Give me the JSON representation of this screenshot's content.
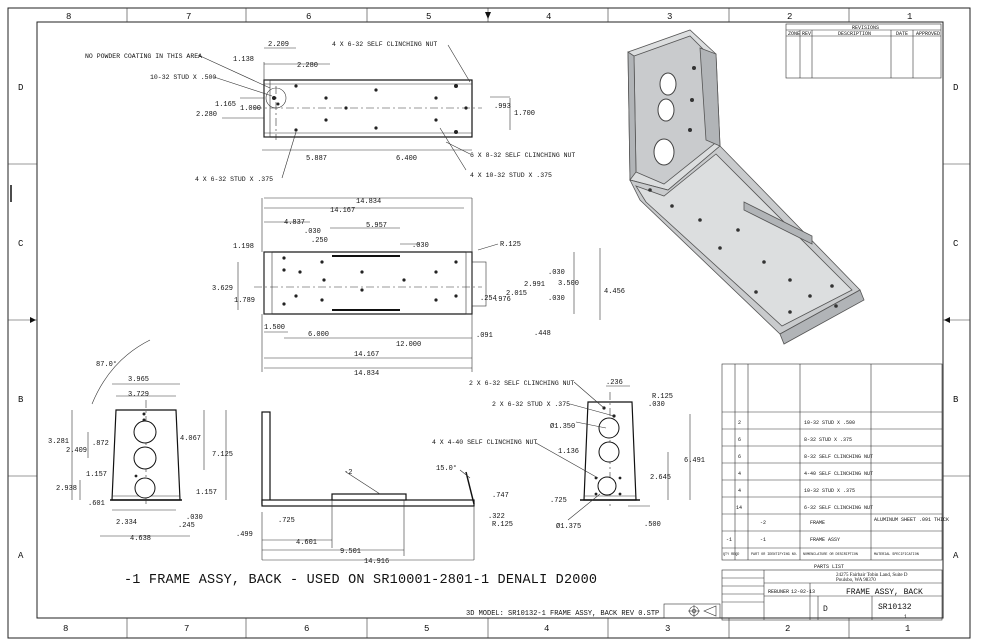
{
  "zones": {
    "columns": [
      "8",
      "7",
      "6",
      "5",
      "4",
      "3",
      "2",
      "1"
    ],
    "rows": [
      "D",
      "C",
      "B",
      "A"
    ]
  },
  "revisions": {
    "title": "REVISIONS",
    "headers": [
      "ZONE",
      "REV",
      "DESCRIPTION",
      "DATE",
      "APPROVED"
    ]
  },
  "top_view": {
    "notes": {
      "no_powder": "NO POWDER COATING IN THIS AREA",
      "stud_500": "10-32 STUD X .500",
      "nut_632_top": "4 X 6-32 SELF CLINCHING NUT",
      "nut_832": "6 X 8-32 SELF CLINCHING NUT",
      "stud_632": "4 X 6-32 STUD X .375",
      "stud_1032": "4 X 10-32 STUD X .375"
    },
    "dims": {
      "d2209": "2.209",
      "d1138": "1.138",
      "d2280a": "2.280",
      "d1165": "1.165",
      "d1000": "1.000",
      "d2280b": "2.280",
      "d993": ".993",
      "d1700": "1.700",
      "d5887": "5.887",
      "d6400": "6.400"
    }
  },
  "middle_view": {
    "dims": {
      "d14834": "14.834",
      "d14167": "14.167",
      "d4837": "4.837",
      "d5957": "5.957",
      "d030a": ".030",
      "d030b": ".030",
      "d250": ".250",
      "d1198": "1.198",
      "dR125": "R.125",
      "d3629": "3.629",
      "d1789": "1.789",
      "d2991": "2.991",
      "d2015": "2.015",
      "d030c": ".030",
      "d030d": ".030",
      "d3500": "3.500",
      "d4456": "4.456",
      "d254": ".254",
      "d976": ".976",
      "d1500": "1.500",
      "d6000": "6.000",
      "d12000": "12.000",
      "d091": ".091",
      "d448": ".448",
      "d14167b": "14.167",
      "d14834b": "14.834"
    }
  },
  "front_view": {
    "dims": {
      "angle": "87.0°",
      "d3965": "3.965",
      "d3729": "3.729",
      "d3281": "3.281",
      "d872": ".872",
      "d2409": "2.409",
      "d4067": "4.067",
      "d7125": "7.125",
      "d1157a": "1.157",
      "d2938": "2.938",
      "d601": ".601",
      "d1157b": "1.157",
      "d030": ".030",
      "d2334": "2.334",
      "d245": ".245",
      "d4638": "4.638"
    }
  },
  "side_view": {
    "dims": {
      "callout": "-2",
      "d15": "15.0°",
      "d747": ".747",
      "d322": ".322",
      "dR125": "R.125",
      "d725": ".725",
      "d499": ".499",
      "d4601": "4.601",
      "d9501": "9.501",
      "d14916": "14.916"
    }
  },
  "end_view": {
    "notes": {
      "nut_632": "2 X 6-32 SELF CLINCHING NUT",
      "stud_632": "2 X 6-32 STUD X .375",
      "nut_440": "4 X 4-40 SELF CLINCHING NUT"
    },
    "dims": {
      "d236": ".236",
      "dR125": "R.125",
      "d030": ".030",
      "d1350": "Ø1.350",
      "d1136": "1.136",
      "d6491": "6.491",
      "d2645": "2.645",
      "d725": ".725",
      "d500": ".500",
      "d1375": "Ø1.375"
    }
  },
  "parts_list": {
    "title": "PARTS LIST",
    "headers": [
      "QTY REQD",
      "PART OR IDENTIFYING NO.",
      "NOMENCLATURE OR DESCRIPTION",
      "MATERIAL SPECIFICATION"
    ],
    "rows": [
      {
        "qty": "2",
        "part": "",
        "desc": "10-32 STUD X .500",
        "mat": ""
      },
      {
        "qty": "6",
        "part": "",
        "desc": "8-32 STUD X .375",
        "mat": ""
      },
      {
        "qty": "6",
        "part": "",
        "desc": "8-32 SELF CLINCHING NUT",
        "mat": ""
      },
      {
        "qty": "4",
        "part": "",
        "desc": "4-40 SELF CLINCHING NUT",
        "mat": ""
      },
      {
        "qty": "4",
        "part": "",
        "desc": "10-32 STUD X .375",
        "mat": ""
      },
      {
        "qty": "14",
        "part": "",
        "desc": "6-32 SELF CLINCHING NUT",
        "mat": ""
      },
      {
        "qty": "",
        "part": "-2",
        "desc": "FRAME",
        "mat": "ALUMINUM SHEET .091 THICK"
      },
      {
        "qty": "-1",
        "part": "-1",
        "desc": "FRAME ASSY",
        "mat": ""
      }
    ]
  },
  "title_block": {
    "address1": "24275 Fairbair Tobin Land, Suite D",
    "address2": "Poulsbo, WA 98370",
    "drawn_by": "REBUNER",
    "date": "12-02-13",
    "title": "FRAME ASSY, BACK",
    "size": "D",
    "dwg_no": "SR10132",
    "sheet": "1"
  },
  "main_title": "-1 FRAME ASSY, BACK - USED ON SR10001-2801-1 DENALI D2000",
  "model_note": "3D MODEL: SR10132-1 FRAME ASSY, BACK REV 0.STP"
}
